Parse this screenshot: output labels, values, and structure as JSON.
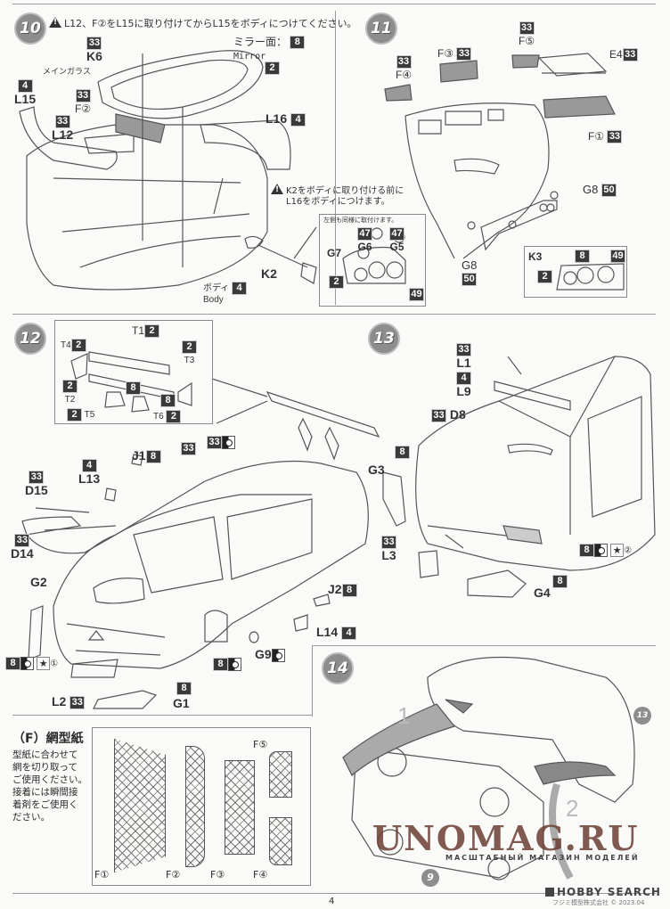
{
  "page": {
    "number": "4",
    "date_stamp": "2023.04",
    "publisher": "フジミ模型株式会社 ©"
  },
  "steps": [
    {
      "number": "10",
      "warning": "L12、F②をL15に取り付けてからL15をボディにつけてください。",
      "warning2": [
        "K2をボディに取り付ける前に",
        "L16をボディにつけます。"
      ],
      "inset_note": "左側も同様に取付けます。",
      "labels": {
        "k6": "K6",
        "k6_code": "33",
        "mirror_jp": "ミラー面：",
        "mirror_code": "8",
        "mirror_en": "Mirror",
        "main_glass": "メインガラス",
        "glass_code": "2",
        "l15": "L15",
        "l15_code": "4",
        "f2": "F②",
        "f2_code": "33",
        "l12": "L12",
        "l12_code": "33",
        "l16": "L16",
        "l16_code": "4",
        "k2": "K2",
        "body_jp": "ボディ",
        "body_code": "4",
        "body_en": "Body",
        "g7": "G7",
        "g6": "G6",
        "g6_code": "47",
        "g5": "G5",
        "g5_code": "47",
        "inset_code_2": "2",
        "inset_code_49": "49"
      }
    },
    {
      "number": "11",
      "labels": {
        "f4": "F④",
        "f4_code": "33",
        "f3": "F③",
        "f3_code": "33",
        "f5": "F⑤",
        "f5_code": "33",
        "e4": "E4",
        "e4_code": "33",
        "f1": "F①",
        "f1_code": "33",
        "g8a": "G8",
        "g8a_code": "50",
        "g8b": "G8",
        "g8b_code": "50",
        "k3": "K3",
        "k3_code_2": "2",
        "k3_code_8": "8",
        "k3_code_49": "49"
      }
    },
    {
      "number": "12",
      "labels": {
        "t1": "T1",
        "t1_code": "2",
        "t4": "T4",
        "t4_code": "2",
        "t3": "T3",
        "t3_code": "2",
        "t2": "T2",
        "t2_code": "2",
        "t5": "T5",
        "t5_code": "2",
        "t5_paint": "8",
        "t6": "T6",
        "t6_code": "2",
        "t6_paint": "8",
        "j1": "J1",
        "j1_code": "8",
        "l13": "L13",
        "l13_code": "4",
        "d15": "D15",
        "d15_code": "33",
        "d14": "D14",
        "d14_code": "33",
        "body_code_a": "33",
        "body_code_b": "33",
        "g2": "G2",
        "front_code": "8",
        "front_marker": "①",
        "l2": "L2",
        "l2_code": "33",
        "g1": "G1",
        "g1_code": "8",
        "side_code": "8",
        "g9": "G9",
        "l14": "L14",
        "l14_code": "4",
        "j2": "J2",
        "j2_code": "8"
      }
    },
    {
      "number": "13",
      "labels": {
        "l1": "L1",
        "l1_code": "33",
        "l9": "L9",
        "l9_code": "4",
        "d8": "D8",
        "d8_code": "33",
        "g3": "G3",
        "g3_code": "8",
        "l3": "L3",
        "l3_code": "33",
        "rear_code": "8",
        "rear_marker": "②",
        "g4": "G4",
        "g4_code": "8"
      }
    },
    {
      "number": "14",
      "labels": {
        "arrow1": "1",
        "arrow2": "2",
        "ref_13": "13",
        "ref_9": "9"
      }
    }
  ],
  "mesh_template": {
    "title": "（F）網型紙",
    "instructions": [
      "型紙に合わせて",
      "網を切り取って",
      "ご使用ください。",
      "接着には瞬間接",
      "着剤をご使用く",
      "ださい。"
    ],
    "pieces": [
      "F①",
      "F②",
      "F③",
      "F④",
      "F⑤"
    ]
  },
  "watermark": {
    "title": "UNOMAG.RU",
    "subtitle": "МАСШТАБНЫЙ МАГАЗИН МОДЕЛЕЙ"
  },
  "brand": "HOBBY SEARCH"
}
